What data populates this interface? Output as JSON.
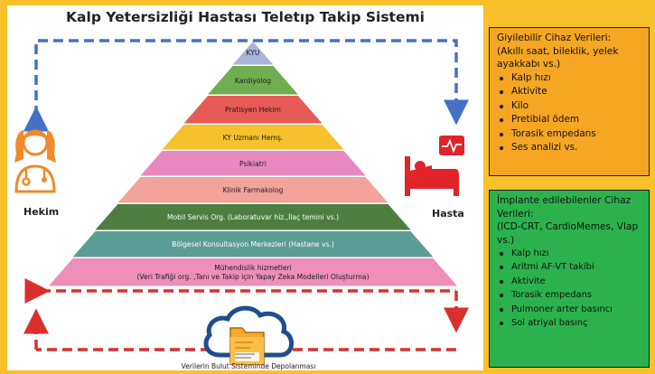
{
  "title": "Kalp Yetersizliği Hastası Teletıp Takip Sistemi",
  "pyramid": {
    "tiers": [
      {
        "lines": [
          "KYU"
        ],
        "color": "#a9b4db"
      },
      {
        "lines": [
          "Kardiyolog"
        ],
        "color": "#6fae50"
      },
      {
        "lines": [
          "Pratisyen Hekim"
        ],
        "color": "#e85a55"
      },
      {
        "lines": [
          "KY Uzmanı Hemş."
        ],
        "color": "#f6c12c"
      },
      {
        "lines": [
          "Psikiatri"
        ],
        "color": "#e889bf"
      },
      {
        "lines": [
          "Klinik Farmakolog"
        ],
        "color": "#f2a39a"
      },
      {
        "lines": [
          "Mobil Servis Org. (Laboratuvar hiz.,İlaç temini vs.)"
        ],
        "color": "#4b7e3f"
      },
      {
        "lines": [
          "Bölgesel Konsultasyon Merkezleri (Hastane vs.)"
        ],
        "color": "#5b9c94"
      },
      {
        "lines": [
          "Mühendislik hizmetleri",
          "(Veri Trafiği org. ,Tanı ve Takip için Yapay Zeka Modelleri Oluşturma)"
        ],
        "color": "#ee8fba"
      }
    ]
  },
  "left_actor": {
    "label": "Hekim",
    "icon": "doctor-icon"
  },
  "right_actor": {
    "label": "Hasta",
    "icon": "patient-bed-icon",
    "monitor_icon": "heart-monitor-icon"
  },
  "cloud": {
    "label": "Verilerin Bulut Sisteminde Depolanması",
    "icon": "cloud-folder-icon"
  },
  "wearable_box": {
    "title_lines": [
      "Giyilebilir Cihaz Verileri:",
      "(Akıllı saat, bileklik, yelek",
      "ayakkabı vs.)"
    ],
    "items": [
      "Kalp hızı",
      "Aktivite",
      "Kilo",
      "Pretibial ödem",
      "Torasik empedans",
      "Ses analizi vs."
    ],
    "color": "#f5a623"
  },
  "implant_box": {
    "title_lines": [
      "İmplante edilebilenler Cihaz",
      "Verileri:",
      "(ICD-CRT, CardioMemes, Vlap",
      "vs.)"
    ],
    "items": [
      "Kalp hızı",
      "Aritmi AF-VT takibi",
      "Aktivite",
      "Torasik empedans",
      "Pulmoner arter basıncı",
      "Sol atriyal basınç"
    ],
    "color": "#2bb24c"
  },
  "colors": {
    "background": "#f8c12c",
    "arrow_blue": "#4472c4",
    "arrow_red": "#d9302c",
    "doctor_orange": "#f08a2c",
    "patient_red": "#e0242a"
  }
}
